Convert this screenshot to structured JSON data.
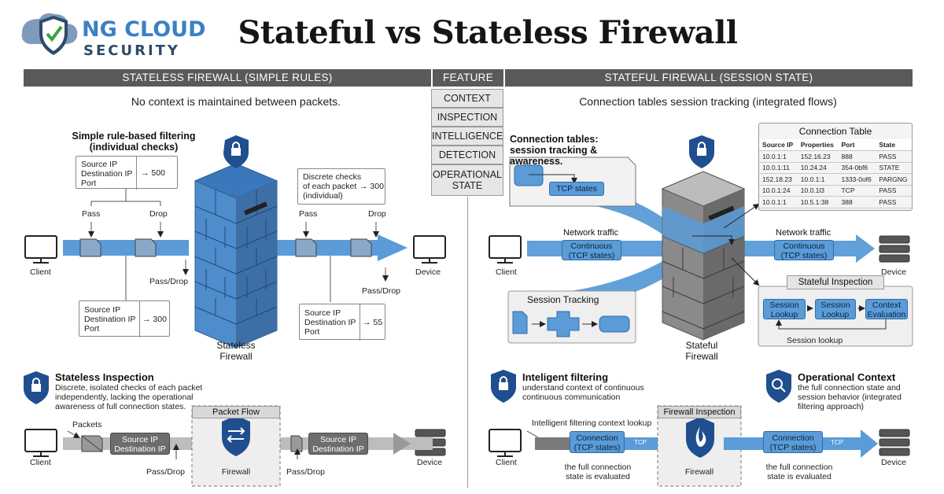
{
  "header": {
    "title": "Stateful vs Stateless Firewall",
    "logo_line1": "NG CLOUD",
    "logo_line2": "SECURITY"
  },
  "bands": {
    "left": "STATELESS FIREWALL (SIMPLE RULES)",
    "center": "FEATURE",
    "right": "STATEFUL FIREWALL (SESSION STATE)"
  },
  "features": [
    "CONTEXT",
    "INSPECTION",
    "INTELLIGENCE",
    "DETECTION",
    "OPERATIONAL STATE"
  ],
  "stateless": {
    "subtitle": "No context is maintained between packets.",
    "rule_heading": "Simple rule-based filtering\n(individual checks)",
    "rule_box1": {
      "fields": "Source IP\nDestination IP\nPort",
      "value": "→ 500"
    },
    "rule_box2": {
      "fields": "Source IP\nDestination IP\nPort",
      "value": "→ 300"
    },
    "discrete_box": {
      "fields": "Discrete checks\nof each packet\n(individual)",
      "value": "→ 300"
    },
    "rule_box4": {
      "fields": "Source IP\nDestination IP\nPort",
      "value": "→ 55"
    },
    "pass": "Pass",
    "drop": "Drop",
    "pass_drop": "Pass/Drop",
    "client": "Client",
    "device": "Device",
    "firewall_label": "Stateless\nFirewall",
    "inspection_heading": "Stateless Inspection",
    "inspection_text": "Discrete, isolated checks of each packet\nindependently, lacking the operational\nawareness of full connection states.",
    "flow": {
      "packets": "Packets",
      "box1": "Source IP\nDestination IP",
      "box2": "Source IP\nDestination IP",
      "panel_title": "Packet Flow",
      "firewall": "Firewall",
      "pass_drop1": "Pass/Drop",
      "pass_drop2": "Pass/Drop",
      "client": "Client",
      "device": "Device"
    }
  },
  "stateful": {
    "subtitle": "Connection tables session tracking (integrated flows)",
    "conn_heading": "Connection tables:\nsession tracking & awareness.",
    "tcp_states": "TCP states",
    "network_traffic_left": "Network traffic",
    "network_traffic_right": "Network traffic",
    "continuous_left": "Continuous\n(TCP states)",
    "continuous_right": "Continuous\n(TCP states)",
    "client": "Client",
    "device": "Device",
    "session_tracking": "Session Tracking",
    "firewall_label": "Stateful\nFirewall",
    "connection_table": {
      "title": "Connection Table",
      "columns": [
        "Source IP",
        "Properties",
        "Port",
        "State"
      ],
      "rows": [
        [
          "10.0.1:1",
          "152.16.23",
          "888",
          "PASS"
        ],
        [
          "10.0.1:11",
          "10.24.24",
          "354-0bf6",
          "STATE"
        ],
        [
          "152.18.23",
          "10.0.1:1",
          "1333-0of6",
          "PARGNG"
        ],
        [
          "10.0.1:24",
          "10.0.1l3",
          "TCP",
          "PASS"
        ],
        [
          "10.0.1:1",
          "10.5.1:38",
          "388",
          "PASS"
        ]
      ]
    },
    "stateful_inspection": {
      "title": "Stateful Inspection",
      "step1": "Session\nLookup",
      "step2": "Session\nLookup",
      "step3": "Context\nEvaluation",
      "loop_label": "Session lookup"
    },
    "intelligent_heading": "Inteligent filtering",
    "intelligent_text": "understand context of continuous\ncontinuous communication",
    "operational_heading": "Operational Context",
    "operational_text": "the full connection state and\nsession behavior (integrated\nfiltering approach)",
    "flow": {
      "lookup_label": "Intelligent filtering context lookup",
      "box1": "Connection\n(TCP states)",
      "box2": "Connection\n(TCP states)",
      "tcp1": "TCP",
      "tcp2": "TCP",
      "panel_title": "Firewall Inspection",
      "firewall": "Firewall",
      "eval1": "the full connection\nstate is evaluated",
      "eval2": "the full connection\nstate is evaluated",
      "client": "Client",
      "device": "Device"
    }
  },
  "colors": {
    "accent_blue": "#5a9bd8",
    "dark_blue": "#2f6ea8",
    "band_gray": "#5a5a5a",
    "brick_blue": "#4f8ccc",
    "shield_navy": "#1f4f8f"
  }
}
